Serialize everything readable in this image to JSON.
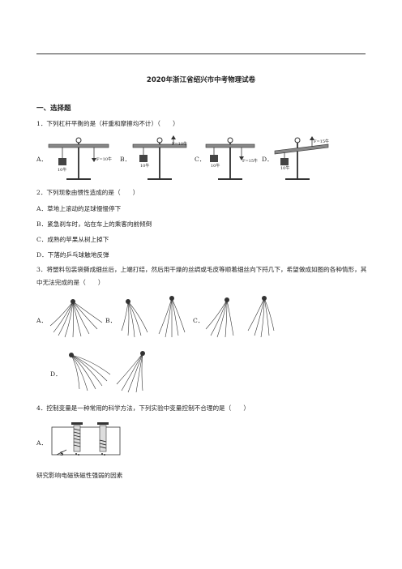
{
  "header": {
    "title": "2020年浙江省绍兴市中考物理试卷"
  },
  "section": {
    "heading": "一、选择题"
  },
  "q1": {
    "stem": "1．下列杠杆平衡的是（杆重和摩擦均不计）（　　）",
    "options": [
      "A．",
      "B．",
      "C．",
      "D．"
    ],
    "figs": [
      {
        "weight": "10牛",
        "force": "F=10牛"
      },
      {
        "weight": "10牛",
        "force": "F=10牛"
      },
      {
        "weight": "10牛",
        "force": "F=15牛"
      },
      {
        "weight": "10牛",
        "force": "F=15牛"
      }
    ]
  },
  "q2": {
    "stem": "2．下列现象由惯性造成的是（　　）",
    "options": [
      "A．草地上滚动的足球慢慢停下",
      "B．紧急刹车时，站在车上的乘客向前倾倒",
      "C．成熟的苹果从树上掉下",
      "D．下落的乒乓球触地反弹"
    ]
  },
  "q3": {
    "stem": "3．将塑料包装袋撕成细丝后，上端打结，然后用干燥的丝绸或毛皮等顺着细丝向下捋几下，希望做成如图的各种情形，其中无法完成的是（　　）",
    "options": [
      "A．",
      "B．",
      "C．",
      "D．"
    ]
  },
  "q4": {
    "stem": "4．控制变量是一种常用的科学方法，下列实验中变量控制不合理的是（　　）",
    "option_a": "A．",
    "switch_label": "S",
    "caption": "研究影响电磁铁磁性强弱的因素"
  }
}
